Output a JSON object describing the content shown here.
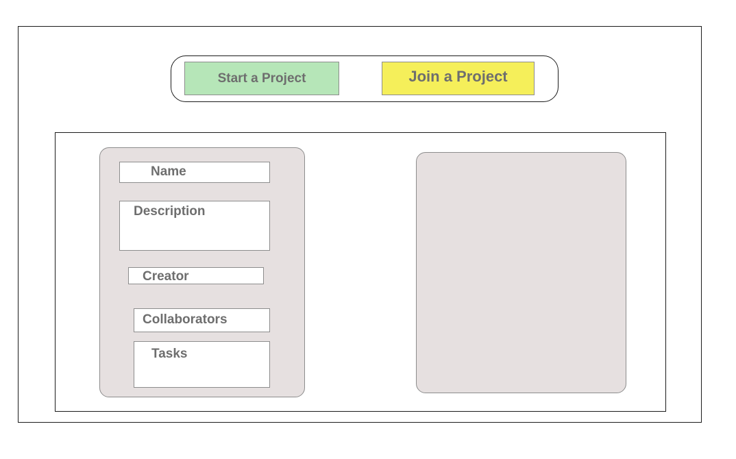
{
  "actions": {
    "start_project_label": "Start a Project",
    "join_project_label": "Join a Project",
    "start_color": "#b6e6b8",
    "join_color": "#f5ef5a"
  },
  "project_details": {
    "name_label": "Name",
    "description_label": "Description",
    "creator_label": "Creator",
    "collaborators_label": "Collaborators",
    "tasks_label": "Tasks"
  },
  "colors": {
    "card_background": "#e6e0e0",
    "label_text": "#6e6e6e"
  }
}
